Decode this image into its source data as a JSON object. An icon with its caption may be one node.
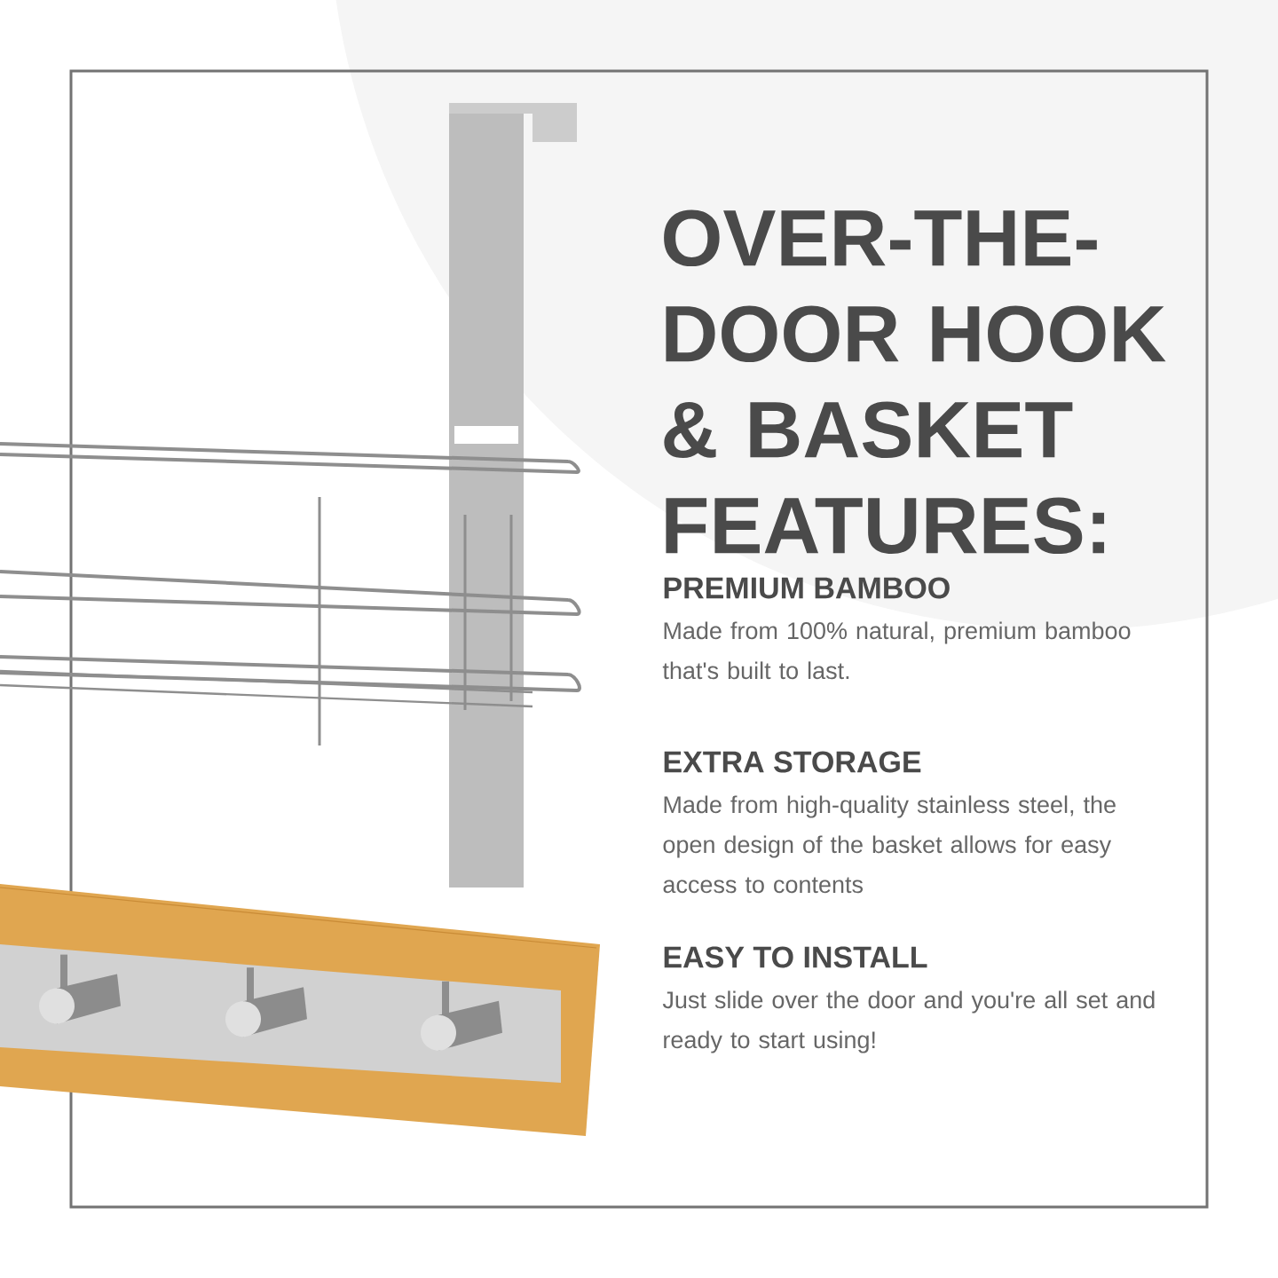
{
  "diagram": {
    "title": "OVER-THE-DOOR HOOK & BASKET FEATURES:",
    "labels": [
      "PREMIUM BAMBOO",
      "Made from 100% natural, premium bamboo that's built to last.",
      "EXTRA STORAGE",
      "Made from high-quality stainless steel, the open design of the basket allows for easy access to contents",
      "EASY TO INSTALL",
      "Just slide over the door and you're all set and ready to start using!"
    ]
  }
}
